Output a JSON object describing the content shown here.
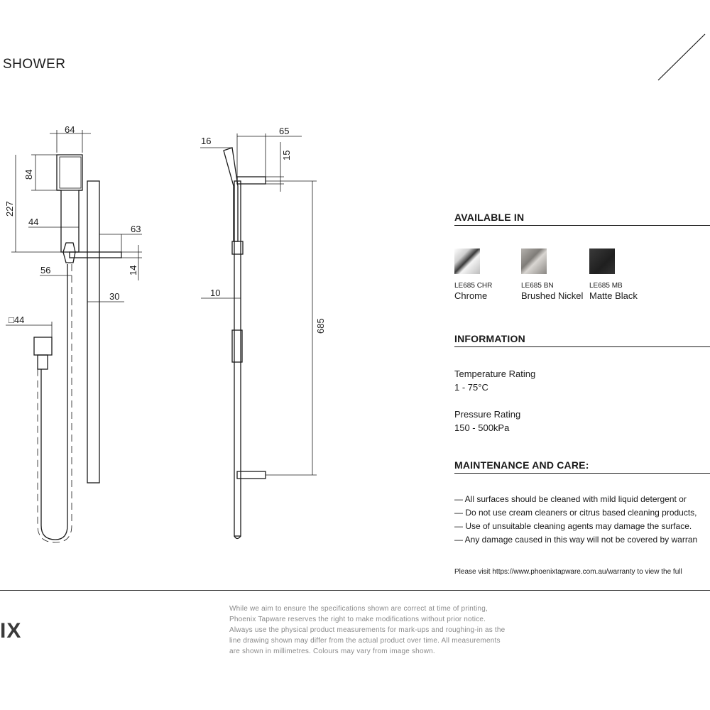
{
  "product": {
    "title": "SHOWER"
  },
  "dimensions": {
    "d64": "64",
    "d84": "84",
    "d227": "227",
    "d44": "44",
    "d63": "63",
    "d14": "14",
    "d56": "56",
    "d30": "30",
    "dsq44": "□44",
    "d16": "16",
    "d65": "65",
    "d15": "15",
    "d10": "10",
    "d685": "685"
  },
  "available": {
    "heading": "AVAILABLE IN",
    "finishes": [
      {
        "code": "LE685 CHR",
        "name": "Chrome",
        "color": "#d8d8d8"
      },
      {
        "code": "LE685 BN",
        "name": "Brushed Nickel",
        "color": "#8f8c89"
      },
      {
        "code": "LE685 MB",
        "name": "Matte Black",
        "color": "#2a2a2a"
      }
    ]
  },
  "information": {
    "heading": "INFORMATION",
    "temperature_label": "Temperature Rating",
    "temperature_value": "1 - 75°C",
    "pressure_label": "Pressure Rating",
    "pressure_value": "150 - 500kPa"
  },
  "maintenance": {
    "heading": "MAINTENANCE AND CARE:",
    "items": [
      "— All surfaces should be cleaned with mild liquid detergent or",
      "— Do not use cream cleaners or citrus based cleaning products,",
      "— Use of unsuitable cleaning agents may damage the surface.",
      "— Any damage caused in this way will not be covered by warran"
    ]
  },
  "visit": "Please visit https://www.phoenixtapware.com.au/warranty to view the full",
  "footer": {
    "logo": "IX",
    "disclaimer": [
      "While we aim to ensure the specifications shown are correct at time of printing,",
      "Phoenix Tapware reserves the right to make modifications without prior notice.",
      "Always use the physical product measurements for mark-ups and roughing-in as the",
      "line drawing shown may differ from the actual product over time. All measurements",
      "are shown in millimetres. Colours may vary from image shown."
    ]
  }
}
